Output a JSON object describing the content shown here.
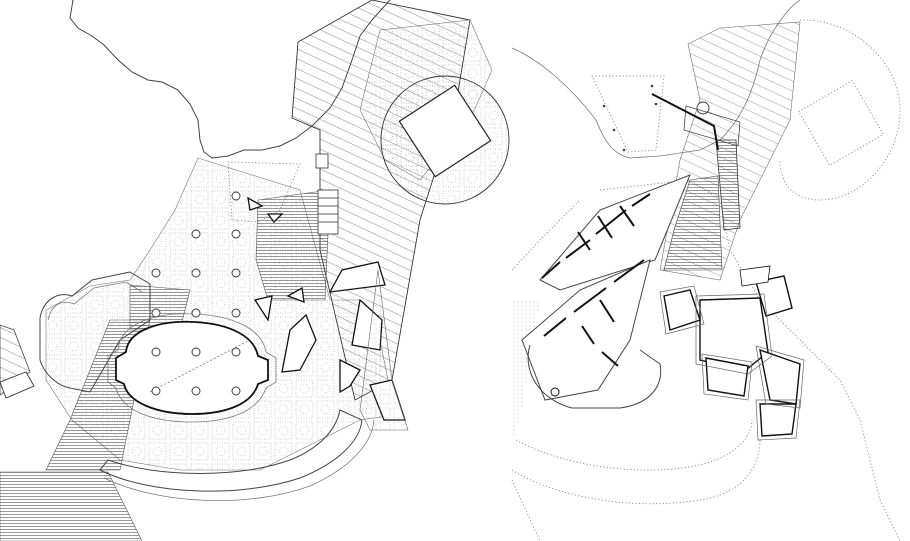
{
  "figure": {
    "panels": [
      {
        "id": "left-plan",
        "kind": "site-plan-detailed"
      },
      {
        "id": "right-plan",
        "kind": "site-plan-structural"
      }
    ],
    "colors": {
      "background": "#ffffff",
      "line_dark": "#111111",
      "line_mid": "#444444",
      "line_light": "#7a7a7a",
      "dotted": "#8a8a8a"
    }
  }
}
